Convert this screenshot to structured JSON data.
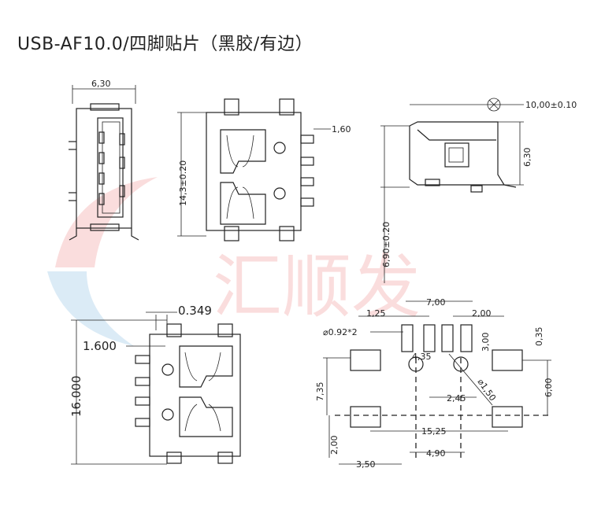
{
  "title": "USB-AF10.0/四脚贴片（黑胶/有边）",
  "watermark": "汇顺发",
  "colors": {
    "line": "#222222",
    "watermark_red": "#f4b4b4",
    "watermark_blue": "#b8d8ee"
  },
  "dims": {
    "top_width": "6,30",
    "height_main": "14,3±0.20",
    "pin_offset": "1,60",
    "length": "10,00±0.10",
    "side_height": "6,30",
    "side_total": "6,90±0.20",
    "bottom_gap": "0.349",
    "bottom_off": "1.600",
    "bottom_len": "16.000",
    "hole": "⌀0.92*2",
    "pad_spacing": "1,25",
    "pad_span": "7,00",
    "pad_pitch": "2,00",
    "pad_h": "3,00",
    "pad_off": "0,35",
    "h_435": "4,35",
    "v_735": "7,35",
    "h_245": "2,45",
    "d_150": "⌀1,50",
    "v_600": "6,00",
    "w_1525": "15,25",
    "v_200": "2,00",
    "w_490": "4,90",
    "w_350": "3,50"
  }
}
